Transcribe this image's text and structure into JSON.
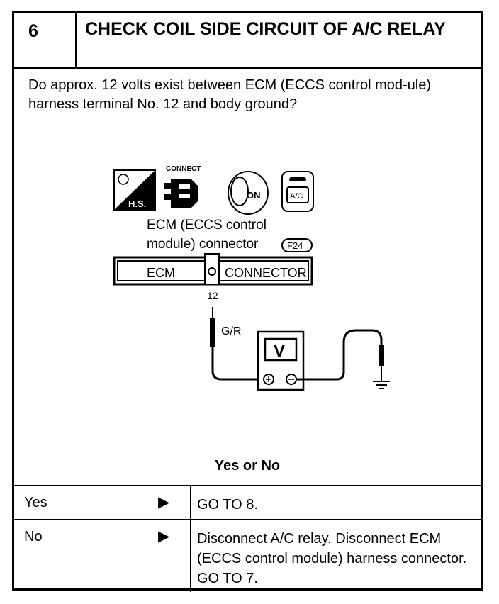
{
  "step": {
    "number": "6",
    "title": "CHECK COIL SIDE CIRCUIT OF A/C RELAY"
  },
  "question": "Do approx. 12 volts exist between ECM (ECCS control mod-ule) harness terminal No. 12 and body ground?",
  "diagram": {
    "icons": [
      {
        "name": "hot-start-icon",
        "label": "H.S."
      },
      {
        "name": "connect-icon",
        "label": "CONNECT"
      },
      {
        "name": "ignition-key-on-icon",
        "label": "ON"
      },
      {
        "name": "ac-switch-icon",
        "label": "A/C"
      }
    ],
    "connector_label_line1": "ECM (ECCS control",
    "connector_label_line2": "module) connector",
    "connector_code": "F24",
    "ecm_label": "ECM",
    "connector_text": "CONNECTOR",
    "terminal": "12",
    "wire_color": "G/R",
    "meter_symbol": "V"
  },
  "result_heading": "Yes or No",
  "results": [
    {
      "label": "Yes",
      "action": "GO TO 8."
    },
    {
      "label": "No",
      "action": "Disconnect A/C relay. Disconnect ECM (ECCS control module) harness connector. GO TO 7."
    }
  ]
}
